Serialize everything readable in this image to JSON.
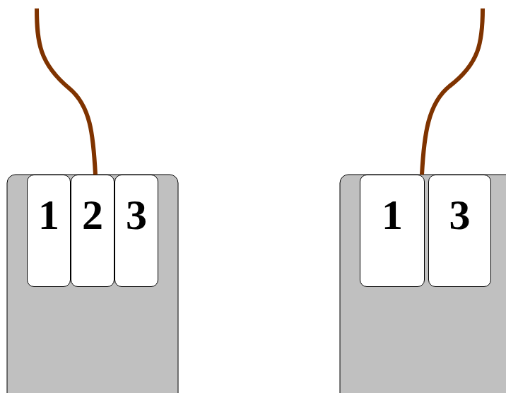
{
  "diagram": {
    "nodes": [
      {
        "text": [
          "1"
        ]
      },
      {
        "text": [
          "2"
        ]
      },
      {
        "text": [
          "3"
        ]
      },
      {
        "text": [
          "1"
        ]
      },
      {
        "text": [
          "3"
        ]
      }
    ]
  }
}
